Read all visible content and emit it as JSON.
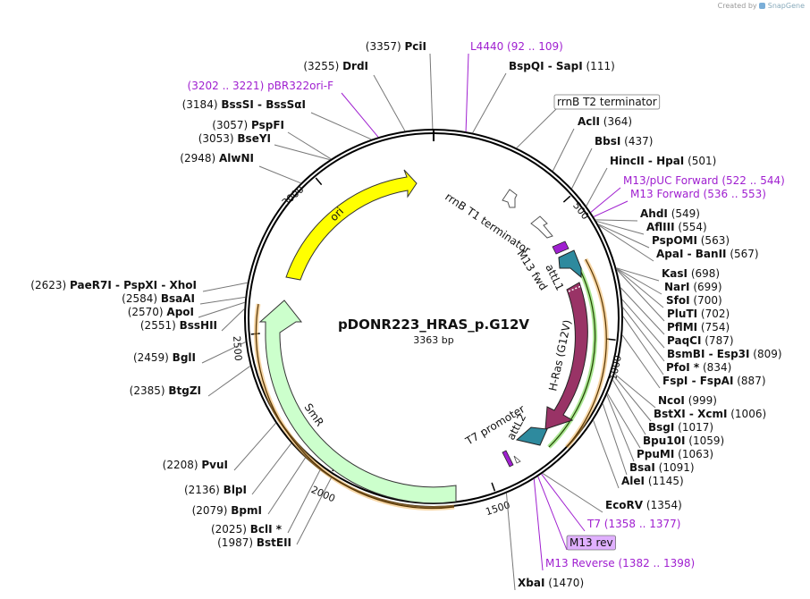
{
  "credit": {
    "prefix": "Created by",
    "brand": "SnapGene"
  },
  "plasmid": {
    "name": "pDONR223_HRAS_p.G12V",
    "length_label": "3363 bp"
  },
  "ticks": [
    "500",
    "1000",
    "1500",
    "2000",
    "2500",
    "3000"
  ],
  "features": {
    "ori": "ori",
    "smr": "SmR",
    "hras": "H-Ras (G12V)",
    "attl1": "attL1",
    "attl2": "attL2",
    "m13fwd": "M13 fwd",
    "rrnb_t1": "rrnB T1 terminator",
    "t7_promoter": "T7 promoter"
  },
  "sites": [
    {
      "id": "pcii",
      "num": "(3357)",
      "name": "PciI"
    },
    {
      "id": "drdi",
      "num": "(3255)",
      "name": "DrdI"
    },
    {
      "id": "pbr322",
      "num": "(3202 .. 3221)",
      "name": "pBR322ori-F",
      "primer": true
    },
    {
      "id": "bsssi",
      "num": "(3184)",
      "name": "BssSI  -  BssSαI"
    },
    {
      "id": "pspfi",
      "num": "(3057)",
      "name": "PspFI"
    },
    {
      "id": "bseyi",
      "num": "(3053)",
      "name": "BseYI"
    },
    {
      "id": "alwni",
      "num": "(2948)",
      "name": "AlwNI"
    },
    {
      "id": "paer7i",
      "num": "(2623)",
      "name": "PaeR7I  -  PspXI  -  XhoI"
    },
    {
      "id": "bsaai",
      "num": "(2584)",
      "name": "BsaAI"
    },
    {
      "id": "apoi",
      "num": "(2570)",
      "name": "ApoI"
    },
    {
      "id": "bsshii",
      "num": "(2551)",
      "name": "BssHII"
    },
    {
      "id": "bgli",
      "num": "(2459)",
      "name": "BglI"
    },
    {
      "id": "btgzi",
      "num": "(2385)",
      "name": "BtgZI"
    },
    {
      "id": "pvui",
      "num": "(2208)",
      "name": "PvuI"
    },
    {
      "id": "blpi",
      "num": "(2136)",
      "name": "BlpI"
    },
    {
      "id": "bpmi",
      "num": "(2079)",
      "name": "BpmI"
    },
    {
      "id": "bcli",
      "num": "(2025)",
      "name": "BclI *"
    },
    {
      "id": "bsteii",
      "num": "(1987)",
      "name": "BstEII"
    },
    {
      "id": "l4440",
      "num": "(92 .. 109)",
      "name": "L4440",
      "primer": true
    },
    {
      "id": "bspqi",
      "num": "(111)",
      "name": "BspQI  -  SapI"
    },
    {
      "id": "rrnbt2",
      "name": "rrnB T2 terminator",
      "boxed": true
    },
    {
      "id": "acli",
      "num": "(364)",
      "name": "AclI"
    },
    {
      "id": "bbsi",
      "num": "(437)",
      "name": "BbsI"
    },
    {
      "id": "hincii",
      "num": "(501)",
      "name": "HincII  -  HpaI"
    },
    {
      "id": "m13puc",
      "num": "(522 .. 544)",
      "name": "M13/pUC Forward",
      "primer": true
    },
    {
      "id": "m13fwdp",
      "num": "(536 .. 553)",
      "name": "M13 Forward",
      "primer": true
    },
    {
      "id": "ahdi",
      "num": "(549)",
      "name": "AhdI"
    },
    {
      "id": "aflii",
      "num": "(554)",
      "name": "AflIII"
    },
    {
      "id": "pspomi",
      "num": "(563)",
      "name": "PspOMI"
    },
    {
      "id": "apai",
      "num": "(567)",
      "name": "ApaI  -  BanII"
    },
    {
      "id": "kasi",
      "num": "(698)",
      "name": "KasI"
    },
    {
      "id": "nari",
      "num": "(699)",
      "name": "NarI"
    },
    {
      "id": "sfoi",
      "num": "(700)",
      "name": "SfoI"
    },
    {
      "id": "plui",
      "num": "(702)",
      "name": "PluTI"
    },
    {
      "id": "pflmi",
      "num": "(754)",
      "name": "PflMI"
    },
    {
      "id": "paqci",
      "num": "(787)",
      "name": "PaqCI"
    },
    {
      "id": "bsmbi",
      "num": "(809)",
      "name": "BsmBI  -  Esp3I"
    },
    {
      "id": "pfoi",
      "num": "(834)",
      "name": "PfoI *"
    },
    {
      "id": "fspi",
      "num": "(887)",
      "name": "FspI  -  FspAI"
    },
    {
      "id": "ncoi",
      "num": "(999)",
      "name": "NcoI"
    },
    {
      "id": "bstxi",
      "num": "(1006)",
      "name": "BstXI  -  XcmI"
    },
    {
      "id": "bsgi",
      "num": "(1017)",
      "name": "BsgI"
    },
    {
      "id": "bpu10i",
      "num": "(1059)",
      "name": "Bpu10I"
    },
    {
      "id": "ppumi",
      "num": "(1063)",
      "name": "PpuMI"
    },
    {
      "id": "bsai",
      "num": "(1091)",
      "name": "BsaI"
    },
    {
      "id": "alei",
      "num": "(1145)",
      "name": "AleI"
    },
    {
      "id": "ecorv",
      "num": "(1354)",
      "name": "EcoRV"
    },
    {
      "id": "t7",
      "num": "(1358 .. 1377)",
      "name": "T7",
      "primer": true
    },
    {
      "id": "m13rev",
      "name": "M13 rev",
      "primer": true,
      "boxed": true
    },
    {
      "id": "m13reverse",
      "num": "(1382 .. 1398)",
      "name": "M13 Reverse",
      "primer": true
    },
    {
      "id": "xbai",
      "num": "(1470)",
      "name": "XbaI"
    }
  ],
  "colors": {
    "ori": "#ffff00",
    "smr": "#ccffcc",
    "hras": "#993366",
    "att": "#2e8a9e",
    "primer": "#a020d0",
    "orange_track": "#f0b050",
    "green_track": "#88dd66"
  }
}
